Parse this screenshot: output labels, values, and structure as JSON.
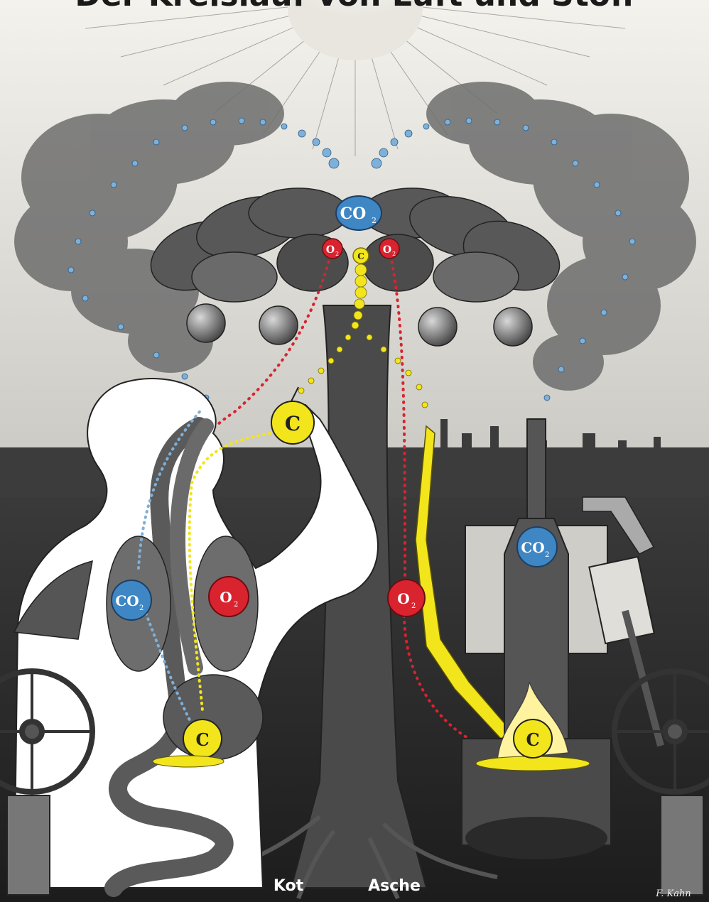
{
  "labels": {
    "title_partial": "Der Kreislauf von Luft und Stoff",
    "kot": "Kot",
    "asche": "Asche",
    "signature": "F. Kahn"
  },
  "molecules": {
    "co2_main": {
      "symbol": "CO",
      "sub": "2"
    },
    "co2_lung": {
      "symbol": "CO",
      "sub": "2"
    },
    "o2_lung": {
      "symbol": "O",
      "sub": "2"
    },
    "o2_tree": {
      "symbol": "O",
      "sub": "2"
    },
    "co2_engine": {
      "symbol": "CO",
      "sub": "2"
    },
    "o2_small_left": {
      "symbol": "O",
      "sub": "2"
    },
    "o2_small_right": {
      "symbol": "O",
      "sub": "2"
    },
    "c_top": "C",
    "c_apple": "C",
    "c_stomach": "C",
    "c_furnace": "C"
  },
  "colors": {
    "co2": "#3f86c4",
    "o2": "#d9232f",
    "carbon": "#f2e51c",
    "dark": "#2b2b2b",
    "smoke": "#7a7a7a"
  }
}
